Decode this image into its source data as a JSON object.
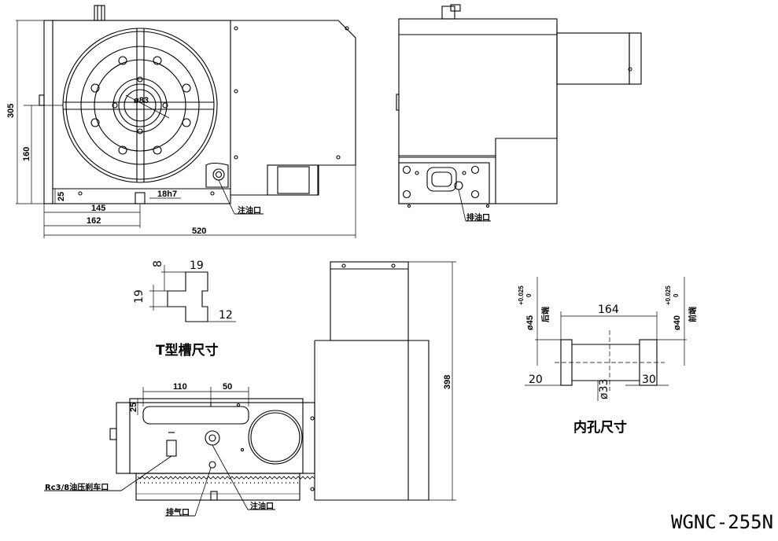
{
  "model": "WGNC-255N",
  "front_view": {
    "dims": {
      "d305": "305",
      "d160": "160",
      "d25": "25",
      "d145": "145",
      "d162": "162",
      "d520": "520",
      "fit": "18h7",
      "bore": "ø83"
    },
    "oil_in": "注油口"
  },
  "side_view": {
    "oil_out": "排油口"
  },
  "tslot": {
    "caption": "T型槽尺寸",
    "dims": {
      "d8": "8",
      "d19w": "19",
      "d19h": "19",
      "d12": "12"
    }
  },
  "bore": {
    "caption": "内孔尺寸",
    "dims": {
      "d164": "164",
      "d20": "20",
      "d30": "30",
      "d33": "ø33"
    },
    "rear_label": "后端",
    "front_label": "前端",
    "rear_dia": "ø45",
    "front_dia": "ø40",
    "tol_upper": "+0.025",
    "tol_lower": "0"
  },
  "bottom_view": {
    "dims": {
      "d110": "110",
      "d50": "50",
      "d25": "25",
      "d398": "398"
    },
    "brake_port": "Rc3/8油压刹车口",
    "air_out": "排气口",
    "oil_in": "注油口"
  }
}
